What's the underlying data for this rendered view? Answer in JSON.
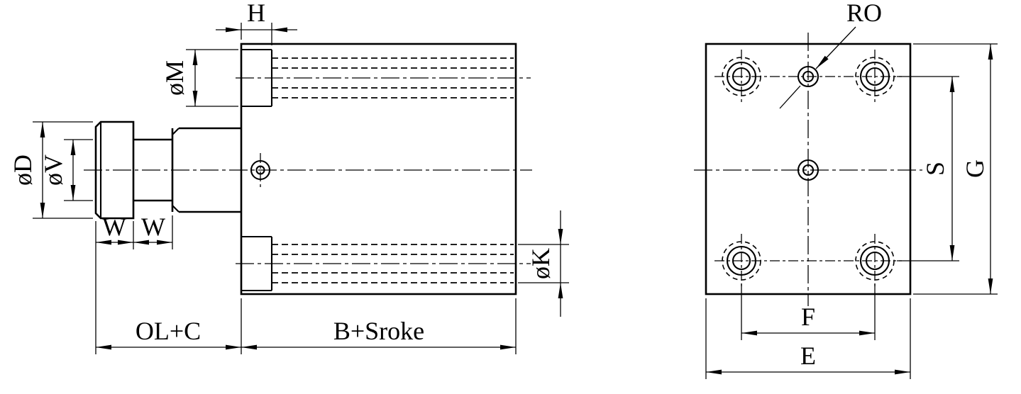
{
  "colors": {
    "line": "#000000",
    "background": "#ffffff"
  },
  "side_view": {
    "dim_h": "H",
    "dim_m": "øM",
    "dim_d": "øD",
    "dim_v": "øV",
    "dim_w1": "W",
    "dim_w2": "W",
    "dim_k": "øK",
    "dim_ol_c": "OL+C",
    "dim_b_stroke": "B+Sroke"
  },
  "end_view": {
    "dim_ro": "RO",
    "dim_s": "S",
    "dim_g": "G",
    "dim_f": "F",
    "dim_e": "E"
  }
}
